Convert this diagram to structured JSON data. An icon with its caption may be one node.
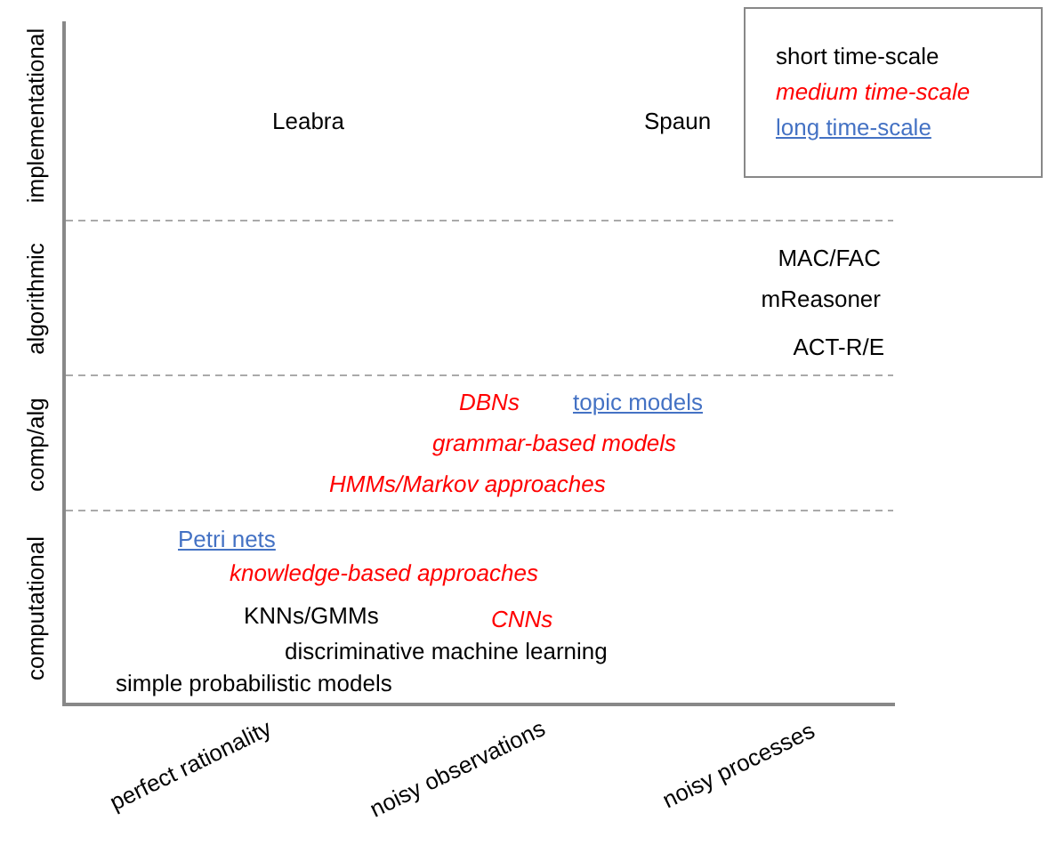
{
  "diagram": {
    "labels": [
      "Leabra",
      "Spaun",
      "MAC/FAC",
      "mReasoner",
      "ACT-R/E",
      "DBNs",
      "topic models",
      "grammar-based models",
      "HMMs/Markov approaches",
      "Petri nets",
      "knowledge-based approaches",
      "KNNs/GMMs",
      "CNNs",
      "discriminative machine learning",
      "simple probabilistic models",
      "implementational",
      "algorithmic",
      "comp/alg",
      "computational",
      "perfect rationality",
      "noisy observations",
      "noisy processes"
    ],
    "legend": [
      {
        "text": "short time-scale",
        "color": "#000000"
      },
      {
        "text": "medium time-scale",
        "color": "#ff0000"
      },
      {
        "text": "long time-scale",
        "color": "#4472c4"
      }
    ]
  }
}
